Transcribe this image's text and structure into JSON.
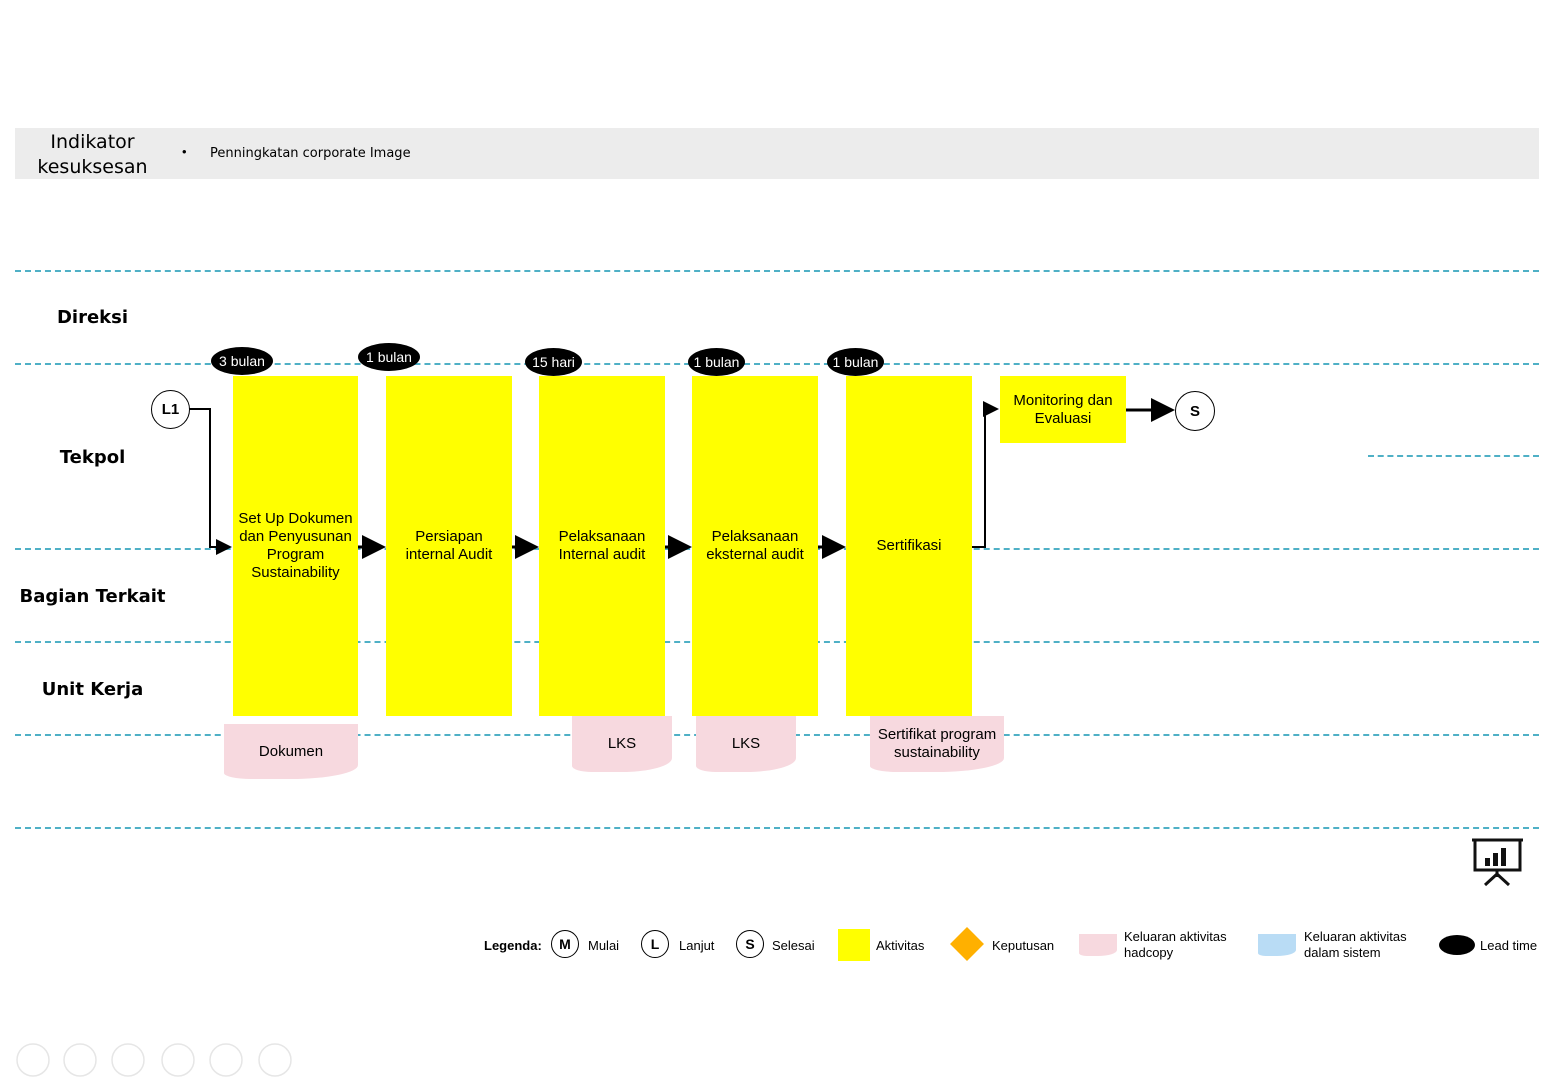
{
  "header": {
    "title": "Indikator kesuksesan",
    "bullet": "•",
    "item": "Penningkatan corporate Image"
  },
  "lanes": [
    "Direksi",
    "Tekpol",
    "Bagian Terkait",
    "Unit Kerja"
  ],
  "connectors": {
    "start": "L1",
    "end": "S"
  },
  "lead_times": [
    "3 bulan",
    "1 bulan",
    "15 hari",
    "1 bulan",
    "1 bulan"
  ],
  "activities": [
    "Set Up Dokumen dan Penyusunan Program Sustainability",
    "Persiapan internal Audit",
    "Pelaksanaan Internal audit",
    "Pelaksanaan eksternal audit",
    "Sertifikasi",
    "Monitoring dan Evaluasi"
  ],
  "outputs": [
    "Dokumen",
    "LKS",
    "LKS",
    "Sertifikat program sustainability"
  ],
  "legend": {
    "title": "Legenda:",
    "mulai_symbol": "M",
    "mulai": "Mulai",
    "lanjut_symbol": "L",
    "lanjut": "Lanjut",
    "selesai_symbol": "S",
    "selesai": "Selesai",
    "aktivitas": "Aktivitas",
    "keputusan": "Keputusan",
    "hardcopy": "Keluaran aktivitas hadcopy",
    "sistem": "Keluaran aktivitas dalam sistem",
    "lead_time": "Lead time"
  },
  "colors": {
    "activity": "#ffff00",
    "hardcopy": "#f7d9df",
    "system": "#b9dcf5",
    "decision": "#ffb000",
    "lane_line": "#4fb0c6"
  }
}
